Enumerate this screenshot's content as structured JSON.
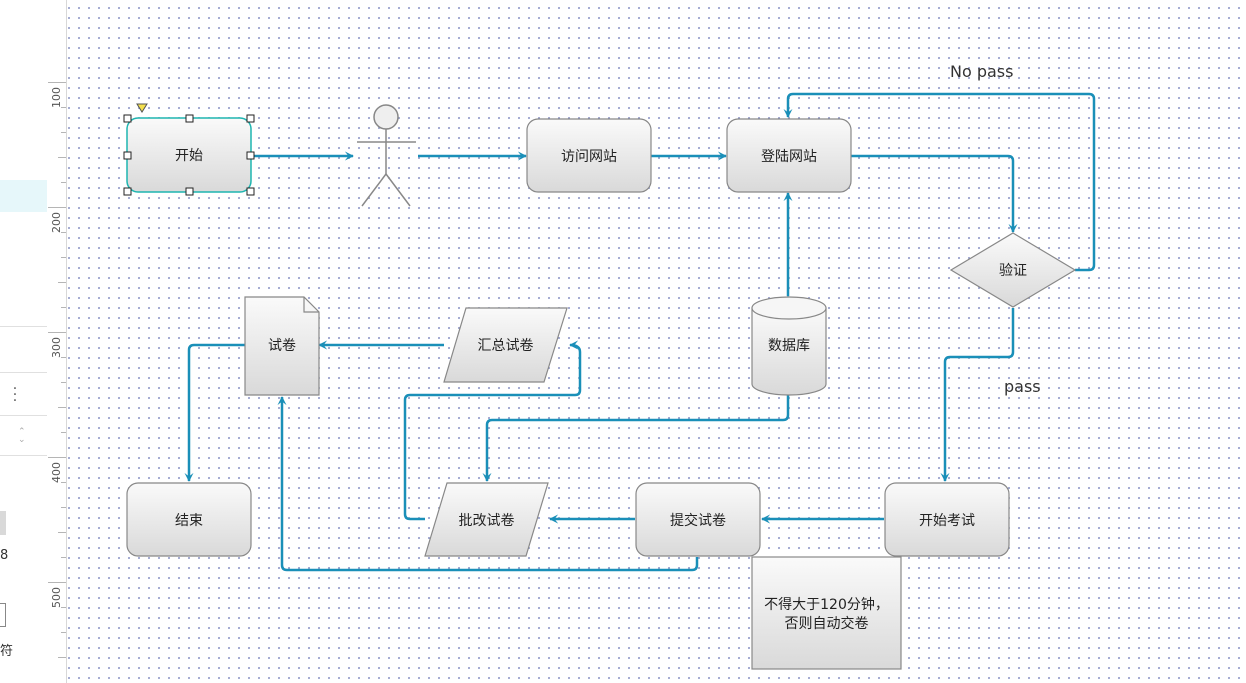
{
  "left_panel": {
    "chars": [
      "8",
      "符"
    ]
  },
  "ruler": {
    "ticks": [
      "100",
      "200",
      "300",
      "400",
      "500"
    ]
  },
  "nodes": {
    "start": "开始",
    "visit": "访问网站",
    "login": "登陆网站",
    "verify": "验证",
    "database": "数据库",
    "summary": "汇总试卷",
    "paper": "试卷",
    "end": "结束",
    "grade": "批改试卷",
    "submit": "提交试卷",
    "exam": "开始考试",
    "note_line1": "不得大于120分钟，",
    "note_line2": "否则自动交卷"
  },
  "edge_labels": {
    "no_pass": "No pass",
    "pass": "pass"
  },
  "colors": {
    "connector": "#1a8fb8",
    "selection": "#1fb5b0",
    "node_border": "#888888"
  }
}
